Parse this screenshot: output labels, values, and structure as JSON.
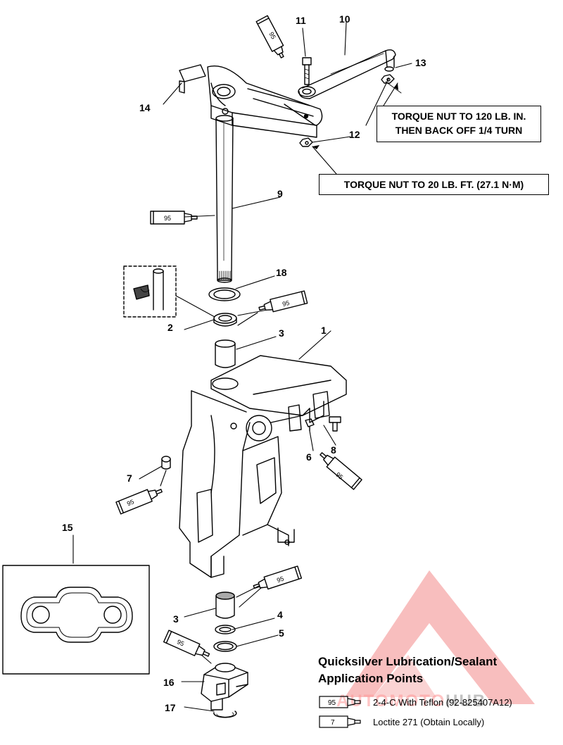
{
  "labels": {
    "l1": "1",
    "l2": "2",
    "l3a": "3",
    "l3b": "3",
    "l4": "4",
    "l5": "5",
    "l6": "6",
    "l7": "7",
    "l8": "8",
    "l9": "9",
    "l10": "10",
    "l11": "11",
    "l12": "12",
    "l13": "13",
    "l14": "14",
    "l15": "15",
    "l16": "16",
    "l17": "17",
    "l18": "18"
  },
  "tube_labels": {
    "t1": "95",
    "t2": "95",
    "t3": "95",
    "t4": "95",
    "t5": "95",
    "t6": "95",
    "t7": "95"
  },
  "notes": {
    "torque_120_line1": "TORQUE NUT TO 120 LB. IN.",
    "torque_120_line2": "THEN BACK OFF 1/4 TURN",
    "torque_20": "TORQUE NUT TO 20 LB. FT. (27.1 N·M)"
  },
  "legend": {
    "title_line1": "Quicksilver Lubrication/Sealant",
    "title_line2": "Application Points",
    "items": [
      {
        "code": "95",
        "text": "2-4-C  With Teflon (92-825407A12)"
      },
      {
        "code": "7",
        "text": "Loctite 271 (Obtain Locally)"
      }
    ]
  },
  "watermark": {
    "part1": "AUTOMOTO",
    "part2": "HUB"
  },
  "colors": {
    "ink": "#000000",
    "watermark": "#f08080"
  }
}
